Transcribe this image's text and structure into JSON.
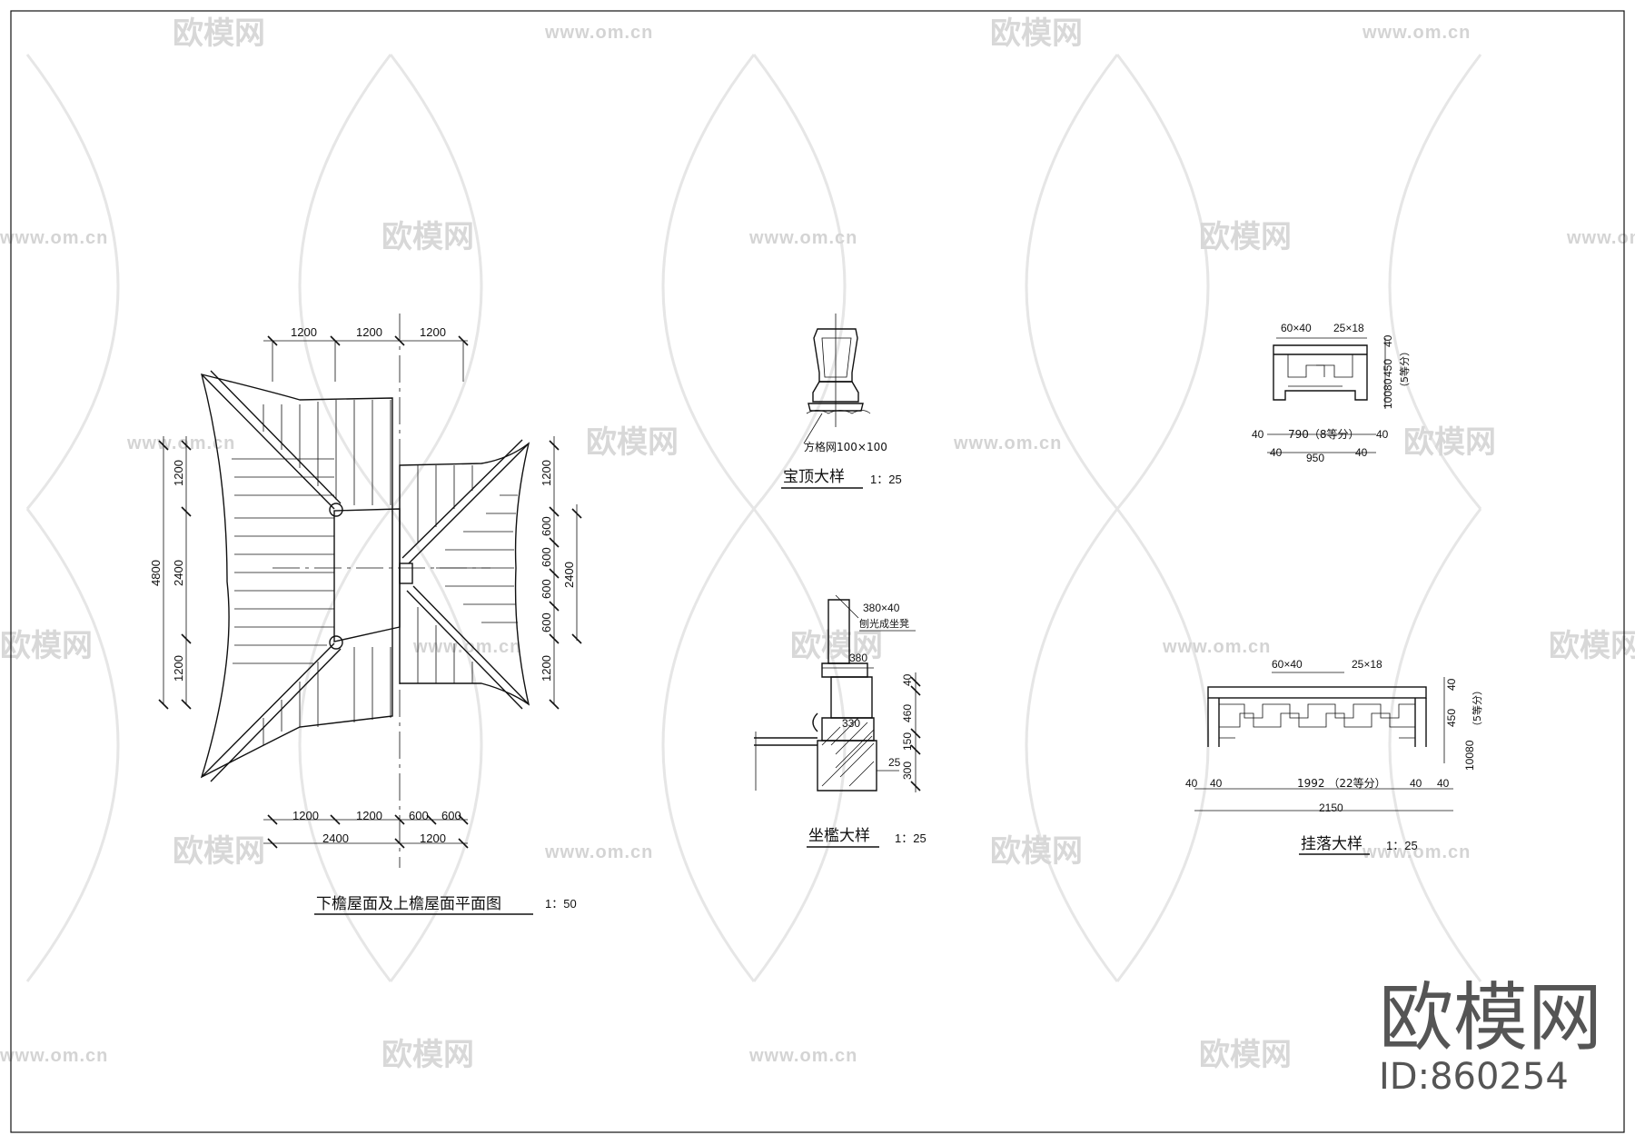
{
  "plan": {
    "title": "下檐屋面及上檐屋面平面图",
    "scale": "1：50",
    "top_dims": [
      "1200",
      "1200",
      "1200"
    ],
    "bottom_dims_row1": [
      "1200",
      "1200",
      "600",
      "600"
    ],
    "bottom_dims_row2": [
      "2400",
      "1200"
    ],
    "left_outer": "4800",
    "left_inner": [
      "1200",
      "2400",
      "1200"
    ],
    "right_inner": [
      "1200",
      "600",
      "600",
      "600",
      "600",
      "1200"
    ],
    "right_outer": "2400"
  },
  "finial": {
    "title": "宝顶大样",
    "scale": "1：25",
    "note": "方格网100×100"
  },
  "seat": {
    "title": "坐檻大样",
    "scale": "1：25",
    "note1": "380×40",
    "note2": "刨光成坐凳",
    "dim_380": "380",
    "dim_330": "330",
    "dim_25": "25",
    "vert_dims": [
      "40",
      "460",
      "150",
      "300"
    ]
  },
  "hanger_small": {
    "dim_60x40": "60×40",
    "dim_25x18": "25×18",
    "right_dims": [
      "40",
      "450",
      "10080"
    ],
    "right_note": "（5等分）",
    "bottom_mid": "790（8等分）",
    "bottom_left": "40",
    "bottom_right": "40",
    "bottom_left2": "40",
    "bottom_right2": "40",
    "total": "950"
  },
  "hanger_large": {
    "title": "挂落大样",
    "scale": "1：25",
    "dim_60x40": "60×40",
    "dim_25x18": "25×18",
    "right_dims": [
      "40",
      "450",
      "10080"
    ],
    "right_note": "（5等分）",
    "bottom_mid": "1992  （22等分）",
    "bottom_left": [
      "40",
      "40"
    ],
    "bottom_right": [
      "40",
      "40"
    ],
    "total": "2150"
  },
  "watermark": {
    "brand": "欧模网",
    "url": "www.om.cn",
    "id_label": "ID:860254"
  }
}
